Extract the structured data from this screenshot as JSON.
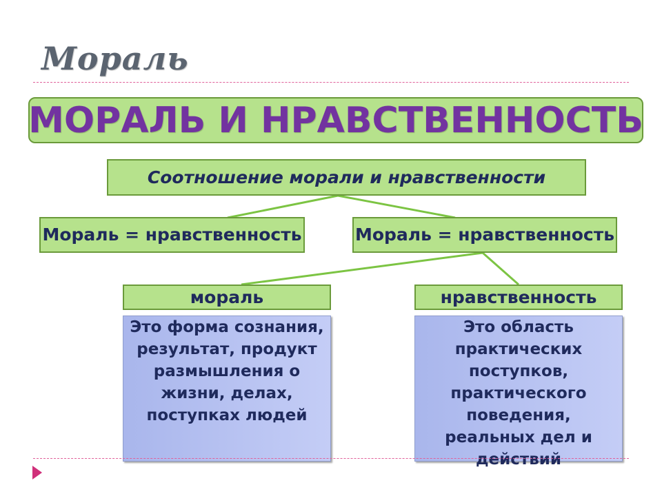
{
  "slide": {
    "title": "Мораль",
    "main_heading": "МОРАЛЬ И НРАВСТВЕННОСТЬ",
    "subheading": "Соотношение морали и нравственности",
    "equation_left": "Мораль = нравственность",
    "equation_right": "Мораль = нравственность",
    "concept_left": "мораль",
    "concept_right": "нравственность",
    "definition_left": "Это форма сознания, результат, продукт размышления о жизни, делах, поступках людей",
    "definition_right": "Это область практических поступков, практического поведения, реальных дел и действий"
  },
  "colors": {
    "box_fill": "#b6e28c",
    "box_border": "#6a9a3a",
    "heading": "#7233a0",
    "text": "#1f2a5c",
    "connector": "#7cc443",
    "dashes": "#e0609a",
    "desc_fill": "#b4c0f0"
  }
}
